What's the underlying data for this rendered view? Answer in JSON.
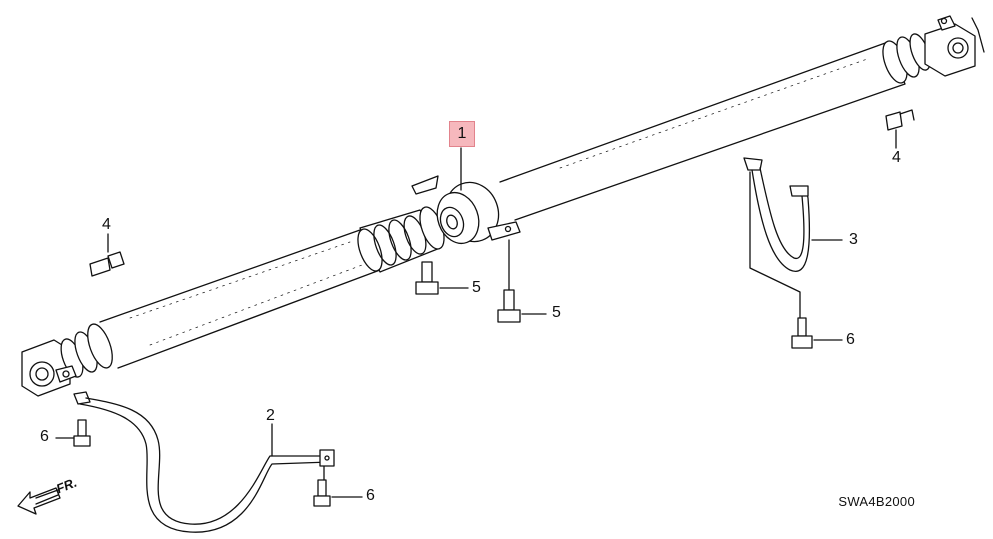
{
  "diagram": {
    "callouts": [
      {
        "id": "c1",
        "text": "1",
        "highlighted": true
      },
      {
        "id": "c2",
        "text": "2"
      },
      {
        "id": "c3",
        "text": "3"
      },
      {
        "id": "c4a",
        "text": "4"
      },
      {
        "id": "c4b",
        "text": "4"
      },
      {
        "id": "c5a",
        "text": "5"
      },
      {
        "id": "c5b",
        "text": "5"
      },
      {
        "id": "c6a",
        "text": "6"
      },
      {
        "id": "c6b",
        "text": "6"
      },
      {
        "id": "c6c",
        "text": "6"
      }
    ],
    "direction_label": "FR.",
    "diagram_code": "SWA4B2000",
    "colors": {
      "line": "#111111",
      "highlight_fill": "#f6b8bd",
      "highlight_border": "#e2838c"
    }
  }
}
